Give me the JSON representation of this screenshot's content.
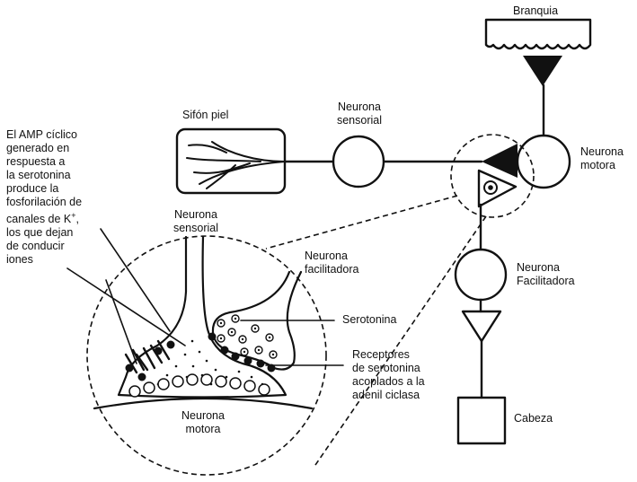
{
  "labels": {
    "branquia": "Branquia",
    "sifon_piel": "Sifón piel",
    "neurona_sensorial_1": "Neurona",
    "neurona_sensorial_2": "sensorial",
    "neurona_motora_1": "Neurona",
    "neurona_motora_2": "motora",
    "neurona_facilitadora_1": "Neurona",
    "neurona_facilitadora_2": "Facilitadora",
    "cabeza": "Cabeza",
    "inset_sensorial_1": "Neurona",
    "inset_sensorial_2": "sensorial",
    "inset_facilitadora_1": "Neurona",
    "inset_facilitadora_2": "facilitadora",
    "inset_motora_1": "Neurona",
    "inset_motora_2": "motora",
    "serotonina": "Serotonina",
    "receptores": [
      "Receptores",
      "de serotonina",
      "acoplados a la",
      "adenil ciclasa"
    ],
    "amp": [
      "El AMP cíclico",
      "generado en",
      "respuesta a",
      "la serotonina",
      "produce la",
      "fosforilación de",
      "canales de K",
      "los que dejan",
      "de conducir",
      "iones"
    ],
    "amp_superscript": "+",
    "amp_comma": ","
  },
  "colors": {
    "ink": "#111111",
    "paper": "#ffffff"
  }
}
